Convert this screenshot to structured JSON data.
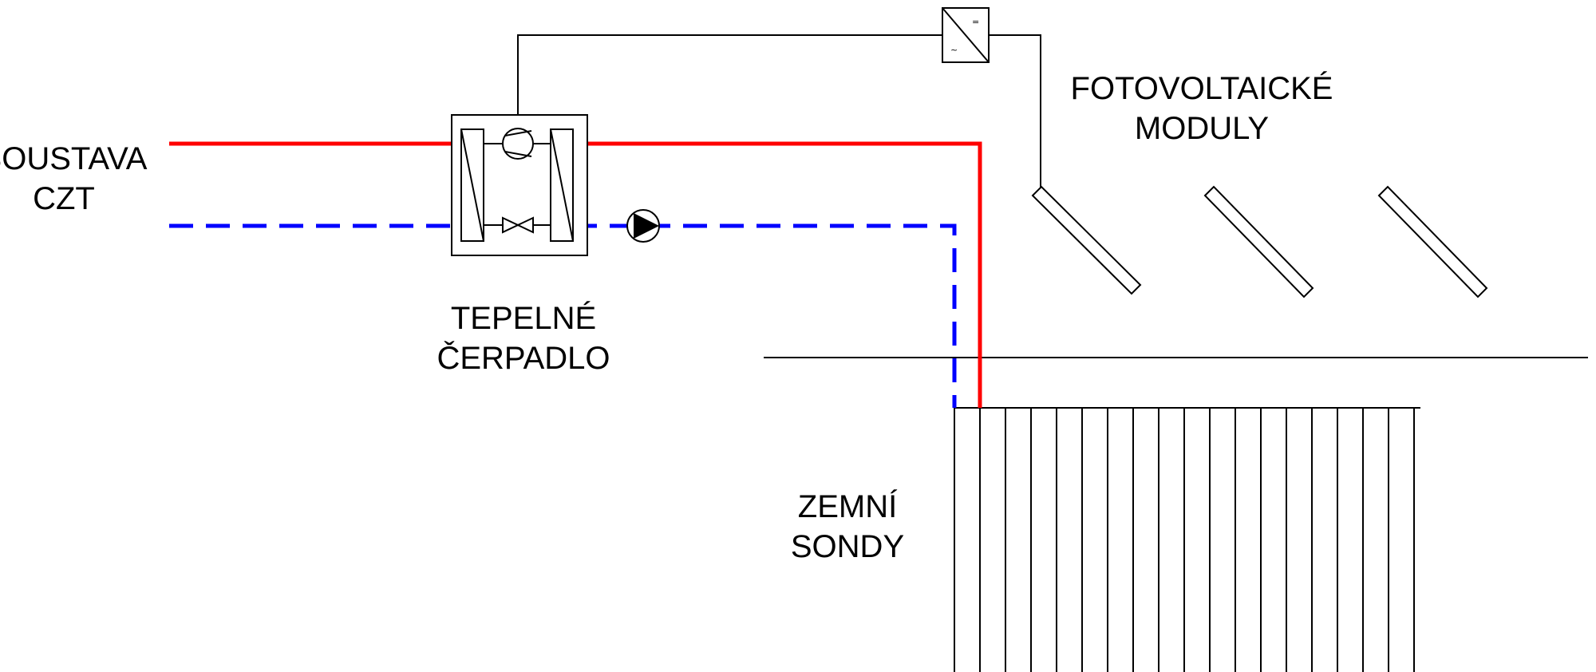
{
  "labels": {
    "czt_line1": "SOUSTAVA",
    "czt_line2": "CZT",
    "heat_pump_line1": "TEPELNÉ",
    "heat_pump_line2": "ČERPADLO",
    "pv_line1": "FOTOVOLTAICKÉ",
    "pv_line2": "MODULY",
    "ground_line1": "ZEMNÍ",
    "ground_line2": "SONDY"
  },
  "inverter": {
    "dc_symbol": "=",
    "ac_symbol": "~"
  },
  "colors": {
    "supply": "#ff0000",
    "return": "#0000ff",
    "line": "#000000"
  }
}
